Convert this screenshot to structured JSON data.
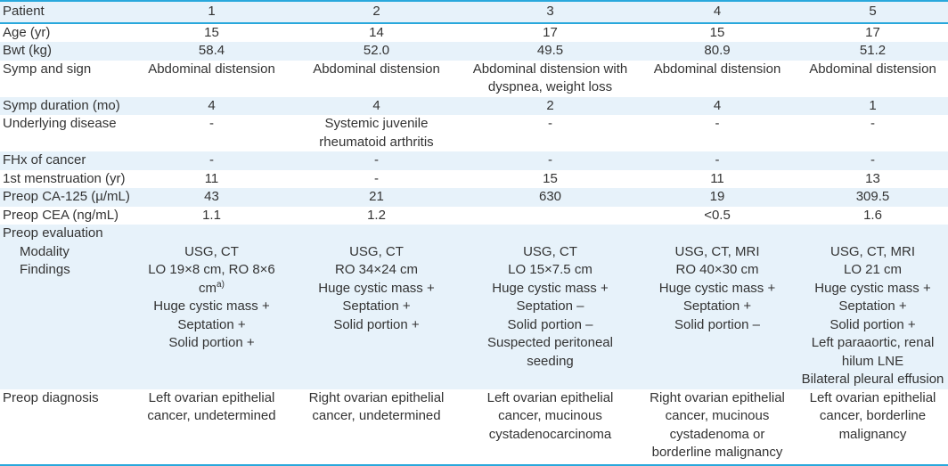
{
  "colors": {
    "accent_blue": "#29a8dc",
    "row_stripe_blue": "#e7f2fa",
    "text": "#333333"
  },
  "table": {
    "header": {
      "label": "Patient",
      "values": [
        "1",
        "2",
        "3",
        "4",
        "5"
      ]
    },
    "rows": [
      {
        "label": "Age (yr)",
        "values": [
          "15",
          "14",
          "17",
          "15",
          "17"
        ]
      },
      {
        "label": "Bwt (kg)",
        "values": [
          "58.4",
          "52.0",
          "49.5",
          "80.9",
          "51.2"
        ]
      },
      {
        "label": "Symp and sign",
        "values": [
          "Abdominal distension",
          "Abdominal distension",
          "Abdominal distension with dyspnea, weight loss",
          "Abdominal distension",
          "Abdominal distension"
        ]
      },
      {
        "label": "Symp duration (mo)",
        "values": [
          "4",
          "4",
          "2",
          "4",
          "1"
        ]
      },
      {
        "label": "Underlying disease",
        "values": [
          "-",
          "Systemic juvenile rheumatoid arthritis",
          "-",
          "-",
          "-"
        ]
      },
      {
        "label": "FHx of cancer",
        "values": [
          "-",
          "-",
          "-",
          "-",
          "-"
        ]
      },
      {
        "label": "1st menstruation (yr)",
        "values": [
          "11",
          "-",
          "15",
          "11",
          "13"
        ]
      },
      {
        "label": "Preop CA-125 (µ/mL)",
        "values": [
          "43",
          "21",
          "630",
          "19",
          "309.5"
        ]
      },
      {
        "label": "Preop CEA (ng/mL)",
        "values": [
          "1.1",
          "1.2",
          "",
          "<0.5",
          "1.6"
        ]
      },
      {
        "label": "Preop evaluation",
        "section": true,
        "values": [
          "",
          "",
          "",
          "",
          ""
        ]
      },
      {
        "label": "Modality",
        "indent": true,
        "section_member": true,
        "values": [
          "USG, CT",
          "USG, CT",
          "USG, CT",
          "USG, CT, MRI",
          "USG, CT, MRI"
        ]
      },
      {
        "label": "Findings",
        "indent": true,
        "section_member": true,
        "multiline": true,
        "values": [
          [
            {
              "text": "LO 19×8 cm, RO 8×6 cm",
              "sup": "a)"
            },
            "Huge cystic mass +",
            "Septation +",
            "Solid portion +"
          ],
          [
            "RO 34×24 cm",
            "Huge cystic mass +",
            "Septation +",
            "Solid portion +"
          ],
          [
            "LO 15×7.5 cm",
            "Huge cystic mass +",
            "Septation –",
            "Solid portion –",
            "Suspected peritoneal seeding"
          ],
          [
            "RO 40×30 cm",
            "Huge cystic mass +",
            "Septation +",
            "Solid portion –"
          ],
          [
            "LO 21 cm",
            "Huge cystic mass +",
            "Septation +",
            "Solid portion +",
            "Left paraaortic, renal hilum LNE",
            "Bilateral pleural effusion"
          ]
        ]
      },
      {
        "label": "Preop diagnosis",
        "values": [
          "Left ovarian epithelial cancer, undetermined",
          "Right ovarian epithelial cancer, undetermined",
          "Left ovarian epithelial cancer, mucinous cystadenocarcinoma",
          "Right ovarian epithelial cancer, mucinous cystadenoma or borderline malignancy",
          "Left ovarian epithelial cancer, borderline malignancy"
        ]
      }
    ]
  }
}
